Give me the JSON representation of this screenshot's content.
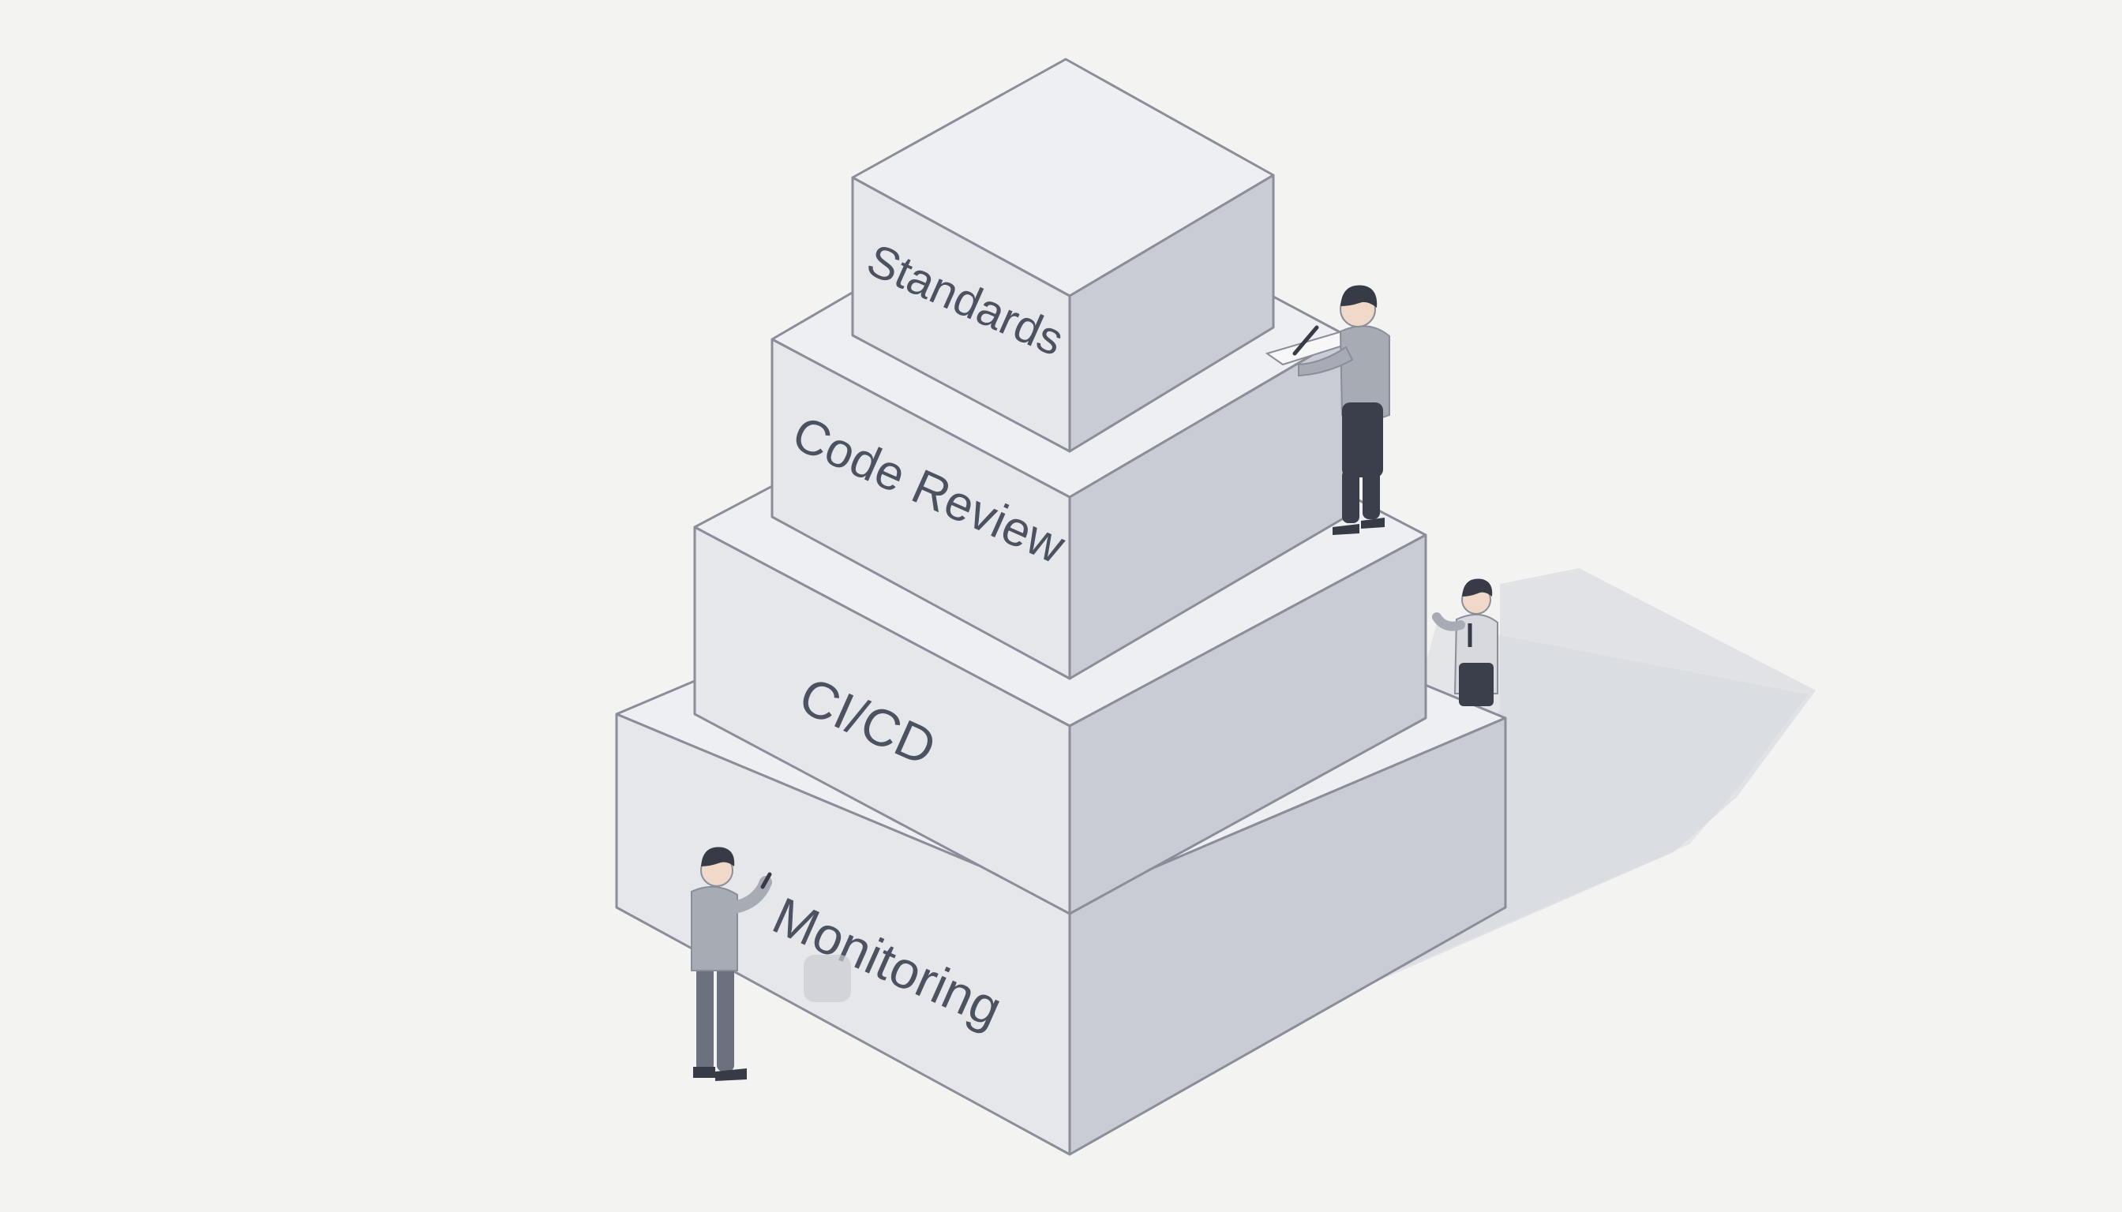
{
  "diagram": {
    "layers": [
      {
        "id": "standards",
        "label": "Standards"
      },
      {
        "id": "code-review",
        "label": "Code Review"
      },
      {
        "id": "ci-cd",
        "label": "CI/CD"
      },
      {
        "id": "monitoring",
        "label": "Monitoring"
      }
    ],
    "colors": {
      "background": "#f3f3f2",
      "top_face": "#eeeff2",
      "left_face": "#e6e7eb",
      "right_face": "#c9ccd3",
      "edge": "#8a8e99",
      "shadow": "#dcdee3",
      "label": "#4c5260",
      "figure_shirt": "#a7abb4",
      "figure_pants": "#3a3f4b",
      "figure_hair": "#363b46"
    }
  }
}
